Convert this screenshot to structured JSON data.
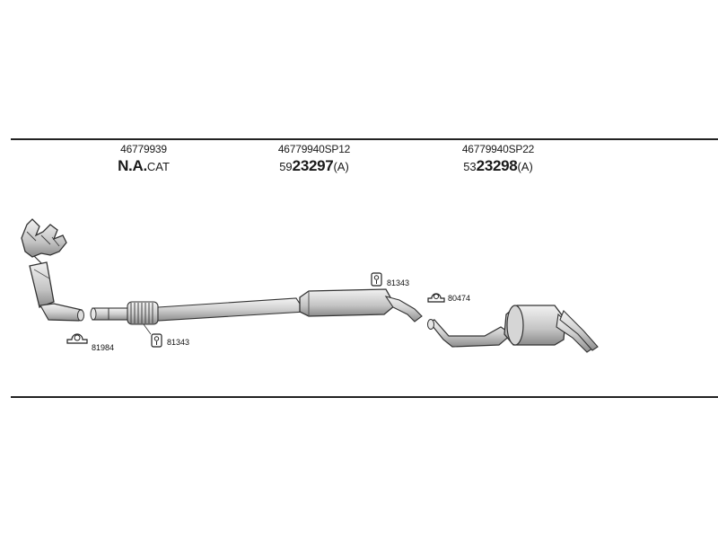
{
  "parts": {
    "catalytic": {
      "oe_number": "46779939",
      "code_small": "N.A.",
      "code_suffix": "CAT"
    },
    "middle": {
      "oe_number": "46779940SP12",
      "code_small": "59",
      "code_big": "23297",
      "code_suffix": "(A)"
    },
    "rear": {
      "oe_number": "46779940SP22",
      "code_small": "53",
      "code_big": "23298",
      "code_suffix": "(A)"
    }
  },
  "accessories": {
    "clamp_left": "81343",
    "ring_left": "81984",
    "clamp_right": "81343",
    "ring_right": "80474"
  },
  "icons": {
    "clamp": "clamp-icon",
    "ring": "rubber-ring-icon"
  }
}
